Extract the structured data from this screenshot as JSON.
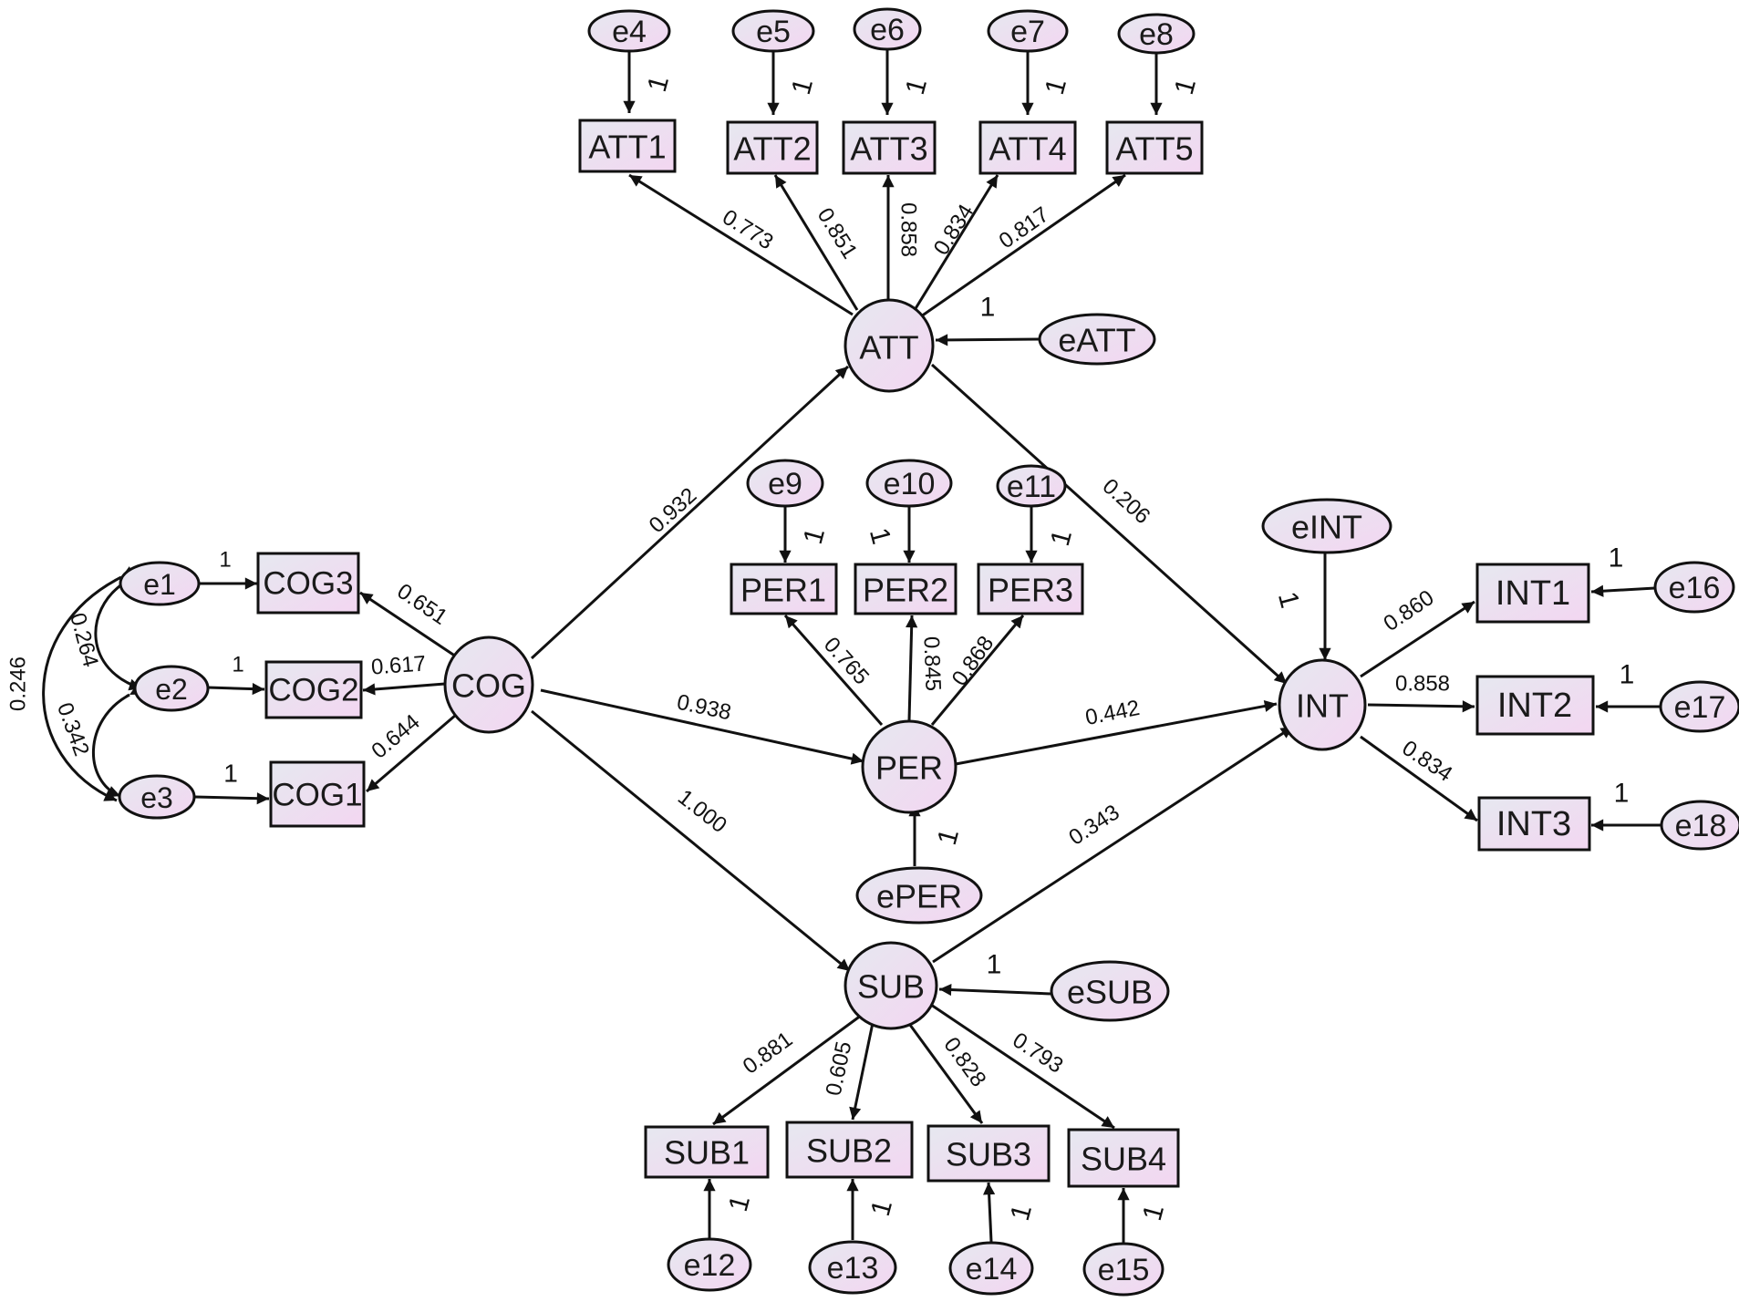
{
  "colors": {
    "node_fill_top": "#e8e4f2",
    "node_fill_bottom": "#f0d9f2",
    "stroke": "#111111",
    "text": "#1a1a1a"
  },
  "nodes": {
    "e4": "e4",
    "e5": "e5",
    "e6": "e6",
    "e7": "e7",
    "e8": "e8",
    "ATT1": "ATT1",
    "ATT2": "ATT2",
    "ATT3": "ATT3",
    "ATT4": "ATT4",
    "ATT5": "ATT5",
    "ATT": "ATT",
    "eATT": "eATT",
    "e9": "e9",
    "e10": "e10",
    "e11": "e11",
    "PER1": "PER1",
    "PER2": "PER2",
    "PER3": "PER3",
    "PER": "PER",
    "ePER": "ePER",
    "e1": "e1",
    "e2": "e2",
    "e3": "e3",
    "COG3": "COG3",
    "COG2": "COG2",
    "COG1": "COG1",
    "COG": "COG",
    "INT": "INT",
    "eINT": "eINT",
    "INT1": "INT1",
    "INT2": "INT2",
    "INT3": "INT3",
    "e16": "e16",
    "e17": "e17",
    "e18": "e18",
    "SUB": "SUB",
    "eSUB": "eSUB",
    "SUB1": "SUB1",
    "SUB2": "SUB2",
    "SUB3": "SUB3",
    "SUB4": "SUB4",
    "e12": "e12",
    "e13": "e13",
    "e14": "e14",
    "e15": "e15"
  },
  "path_labels": {
    "att_att1": "0.773",
    "att_att2": "0.851",
    "att_att3": "0.858",
    "att_att4": "0.834",
    "att_att5": "0.817",
    "cog_att": "0.932",
    "att_int": "0.206",
    "per_per1": "0.765",
    "per_per2": "0.845",
    "per_per3": "0.868",
    "cog_per": "0.938",
    "per_int": "0.442",
    "cog_cog3": "0.651",
    "cog_cog2": "0.617",
    "cog_cog1": "0.644",
    "cov_e1_e2": "0.264",
    "cov_e2_e3": "0.342",
    "cov_e1_e3": "0.246",
    "int_int1": "0.860",
    "int_int2": "0.858",
    "int_int3": "0.834",
    "cog_sub": "1.000",
    "sub_int": "0.343",
    "sub_sub1": "0.881",
    "sub_sub2": "0.605",
    "sub_sub3": "0.828",
    "sub_sub4": "0.793"
  },
  "fixed_weight": "1"
}
